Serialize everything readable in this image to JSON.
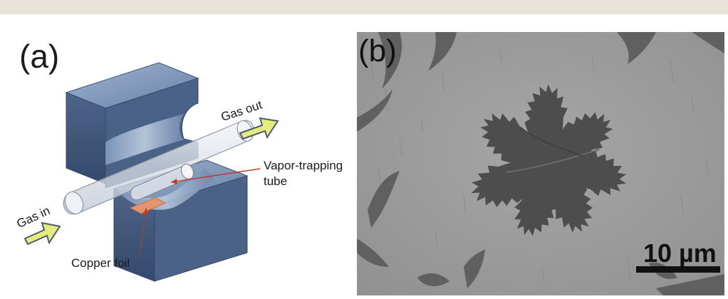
{
  "panel_a": {
    "label": "(a)",
    "gas_out": "Gas out",
    "gas_in": "Gas in",
    "vapor_line1": "Vapor-trapping",
    "vapor_line2": "tube",
    "copper": "Copper foil"
  },
  "panel_b": {
    "label": "(b)",
    "scale_label": "10 µm"
  },
  "colors": {
    "block_face": "#5b7396",
    "block_dark": "#3c5478",
    "block_light": "#8aa2c2",
    "tube": "#e6e9ee",
    "arrow_fill": "#e4ec7c",
    "arrow_stroke": "#4e5a74",
    "foil": "#e2956f",
    "red_line": "#c0392b",
    "sem_bg": "#9a9a9a",
    "crystal": "#4e4e4e"
  }
}
